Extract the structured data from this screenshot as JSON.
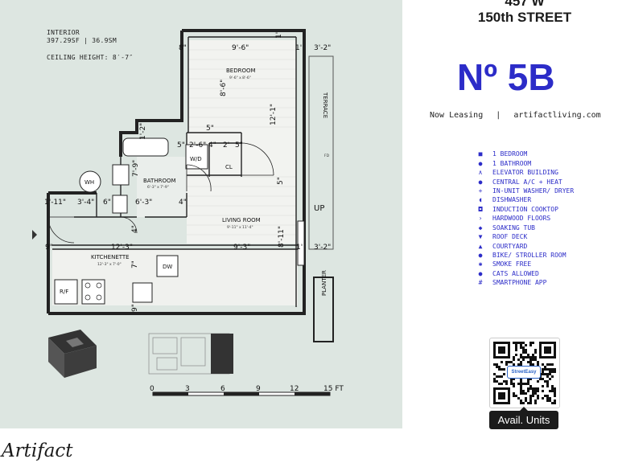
{
  "building": {
    "address_line1": "457 W",
    "address_line2": "150th STREET"
  },
  "unit": {
    "number": "Nº 5B",
    "status": "Now Leasing",
    "separator": "|",
    "website": "artifactliving.com"
  },
  "interior": {
    "label": "INTERIOR",
    "area": "397.29SF | 36.9SM",
    "ceiling": "CEILING HEIGHT: 8′-7″"
  },
  "rooms": {
    "bedroom": {
      "name": "BEDROOM",
      "size": "9'-6\" x 8'-6\""
    },
    "bathroom": {
      "name": "BATHROOM",
      "size": "6'-3\" x 7'-9\""
    },
    "living": {
      "name": "LIVING ROOM",
      "size": "9'-11\" x 11'-4\""
    },
    "kitchen": {
      "name": "KITCHENETTE",
      "size": "12'-3\" x 7'-0\""
    },
    "terrace": "TERRACE",
    "planter": "PLANTER",
    "up": "UP",
    "wd": "W/D",
    "cl": "CL",
    "wh": "WH",
    "dw": "DW",
    "rf": "R/F",
    "fd": "FD"
  },
  "dims": {
    "d_8": "8\"",
    "d_9_6": "9'-6\"",
    "d_1_top": "1'",
    "d_3_2_top": "3'-2\"",
    "d_8_6": "8'-6\"",
    "d_12_1": "12'-1\"",
    "d_1_2": "1'-2\"",
    "d_5": "5\"",
    "d_5a": "5\"",
    "d_2_6": "2'-6\"",
    "d_4": "4\"",
    "d_2": "2'",
    "d_5b": "5\"",
    "d_5v": "5\"",
    "d_7_9": "7'-9\"",
    "d_1_11": "1'-11\"",
    "d_3_4": "3'-4\"",
    "d_6": "6\"",
    "d_6_3": "6'-3\"",
    "d_4b": "4\"",
    "d_4v": "4\"",
    "d_8_11": "8'-11\"",
    "d_9": "9\"",
    "d_12_3": "12'-3\"",
    "d_9_3": "9'-3\"",
    "d_1_mid": "1'",
    "d_3_2_mid": "3'-2\"",
    "d_7": "7\"",
    "d_9v": "9\""
  },
  "scale": {
    "ticks": [
      "0",
      "3",
      "6",
      "9",
      "12",
      "15 FT"
    ]
  },
  "amenities": [
    {
      "icon": "■",
      "icon_name": "bed-icon",
      "label": "1 BEDROOM"
    },
    {
      "icon": "●",
      "icon_name": "drop-icon",
      "label": "1 BATHROOM"
    },
    {
      "icon": "∧",
      "icon_name": "elevator-icon",
      "label": "ELEVATOR BUILDING"
    },
    {
      "icon": "●",
      "icon_name": "ac-icon",
      "label": "CENTRAL A/C + HEAT"
    },
    {
      "icon": "+",
      "icon_name": "washer-icon",
      "label": "IN-UNIT WASHER/ DRYER"
    },
    {
      "icon": "◖",
      "icon_name": "dishwasher-icon",
      "label": "DISHWASHER"
    },
    {
      "icon": "◘",
      "icon_name": "cooktop-icon",
      "label": "INDUCTION COOKTOP"
    },
    {
      "icon": "›",
      "icon_name": "floor-icon",
      "label": "HARDWOOD FLOORS"
    },
    {
      "icon": "◆",
      "icon_name": "tub-icon",
      "label": "SOAKING TUB"
    },
    {
      "icon": "▼",
      "icon_name": "deck-icon",
      "label": "ROOF DECK"
    },
    {
      "icon": "▲",
      "icon_name": "courtyard-icon",
      "label": "COURTYARD"
    },
    {
      "icon": "●",
      "icon_name": "bike-icon",
      "label": "BIKE/ STROLLER ROOM"
    },
    {
      "icon": "✱",
      "icon_name": "no-smoke-icon",
      "label": "SMOKE FREE"
    },
    {
      "icon": "●",
      "icon_name": "cat-icon",
      "label": "CATS ALLOWED"
    },
    {
      "icon": "#",
      "icon_name": "app-icon",
      "label": "SMARTPHONE APP"
    }
  ],
  "qr": {
    "badge": "StreetEasy",
    "button": "Avail. Units"
  },
  "brand": "Artifact",
  "colors": {
    "accent": "#2c2cc8",
    "panel": "#dde6e1",
    "ink": "#1b1b1b"
  }
}
